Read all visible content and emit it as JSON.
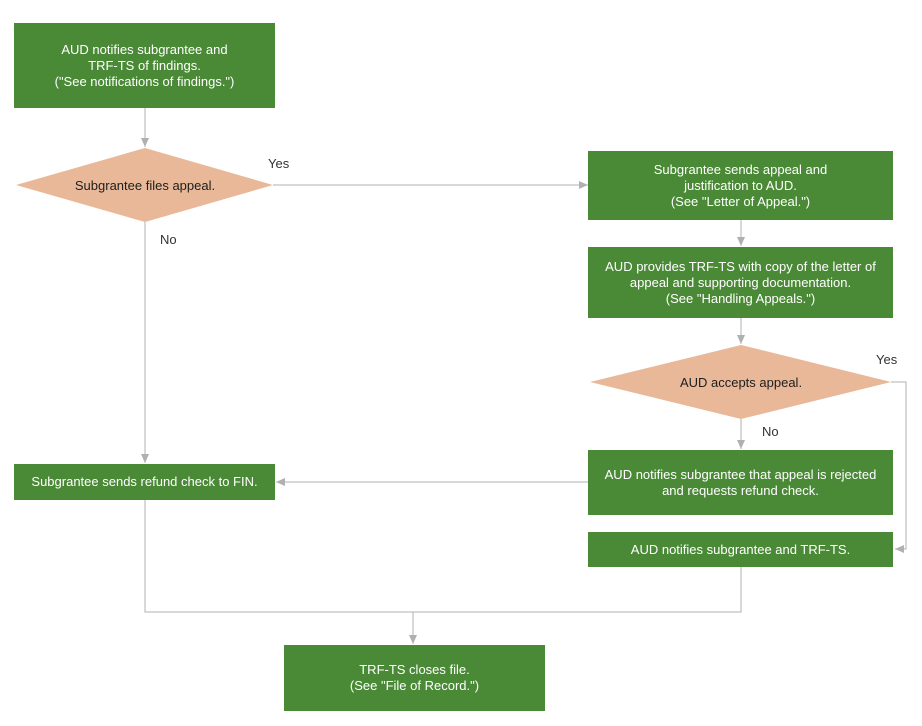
{
  "colors": {
    "process_fill": "#4a8a36",
    "decision_fill": "#e8b898",
    "connector": "#b0b0b0"
  },
  "nodes": {
    "aud_notifies_findings": "AUD notifies subgrantee and\nTRF-TS of findings.\n(\"See notifications of findings.\")",
    "subgrantee_files_appeal": "Subgrantee files appeal.",
    "subgrantee_sends_appeal": "Subgrantee sends appeal and\njustification to AUD.\n(See \"Letter of Appeal.\")",
    "aud_provides_copy": "AUD provides TRF-TS with copy of the letter of\nappeal and supporting documentation.\n(See \"Handling Appeals.\")",
    "aud_accepts_appeal": "AUD accepts appeal.",
    "aud_notifies_rejected": "AUD notifies subgrantee that appeal is rejected\nand requests refund check.",
    "subgrantee_sends_refund": "Subgrantee sends refund check to FIN.",
    "aud_notifies_subgrantee_trfts": "AUD notifies subgrantee and TRF-TS.",
    "trfts_closes_file": "TRF-TS closes file.\n(See \"File of Record.\")"
  },
  "labels": {
    "yes_1": "Yes",
    "no_1": "No",
    "yes_2": "Yes",
    "no_2": "No"
  }
}
